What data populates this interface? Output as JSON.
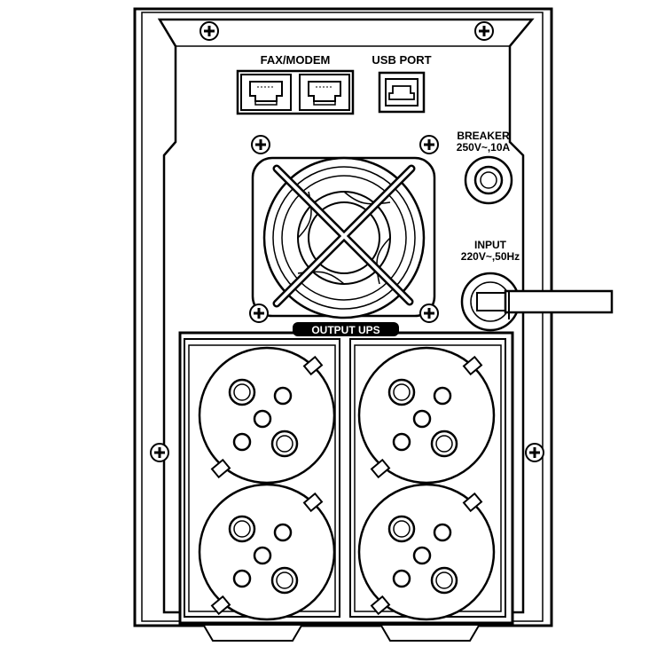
{
  "labels": {
    "fax_modem": "FAX/MODEM",
    "usb_port": "USB PORT",
    "breaker_title": "BREAKER",
    "breaker_rating": "250V~,10A",
    "input_title": "INPUT",
    "input_rating": "220V~,50Hz",
    "output": "OUTPUT UPS"
  },
  "colors": {
    "line": "#000000",
    "panel": "#ffffff",
    "label_bg": "#000000",
    "label_text": "#ffffff"
  }
}
